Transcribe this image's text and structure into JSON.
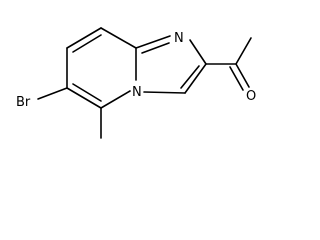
{
  "atoms": {
    "bromine": "Br",
    "ring_nitrogen_top": "N",
    "bridgehead_nitrogen": "N",
    "carbonyl_oxygen": "O"
  },
  "colors": {
    "background": "#ffffff",
    "bond": "#000000",
    "label": "#000000"
  }
}
